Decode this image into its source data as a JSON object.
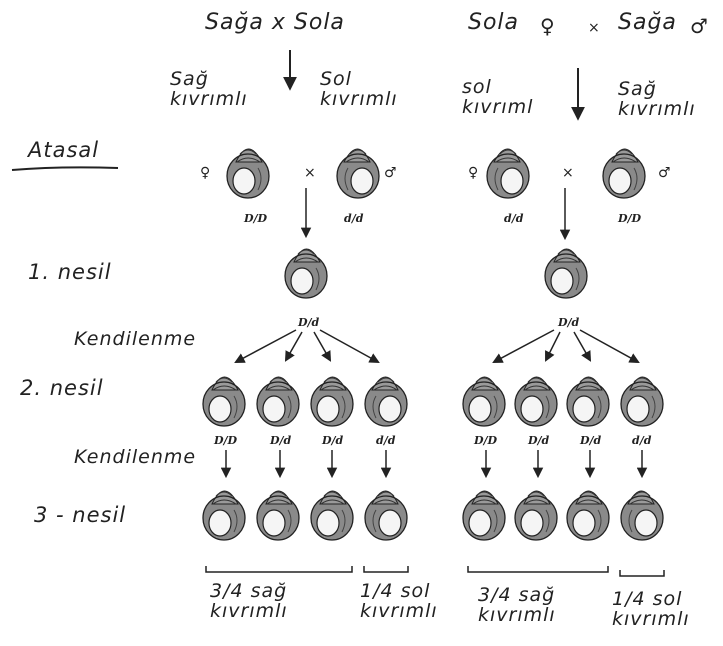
{
  "cross_left": {
    "title": "Sağa x Sola",
    "parent_left": "Sağ\nkıvrımlı",
    "parent_right": "Sol\nkıvrımlı",
    "female_symbol": "♀",
    "male_symbol": "♂",
    "cross_symbol": "×",
    "p_genotypes": [
      "D/D",
      "d/d"
    ],
    "f1_genotype": "D/d",
    "f2_genotypes": [
      "D/D",
      "D/d",
      "D/d",
      "d/d"
    ],
    "result_major": "3/4 sağ\nkıvrımlı",
    "result_minor": "1/4 sol\nkıvrımlı"
  },
  "cross_right": {
    "title_left": "Sola",
    "title_mid": "×",
    "title_right": "Sağa",
    "female_symbol": "♀",
    "male_symbol": "♂",
    "parent_left": "sol\nkıvrıml",
    "parent_right": "Sağ\nkıvrımlı",
    "cross_symbol": "×",
    "p_genotypes": [
      "d/d",
      "D/D"
    ],
    "f1_genotype": "D/d",
    "f2_genotypes": [
      "D/D",
      "D/d",
      "D/d",
      "d/d"
    ],
    "result_major": "3/4 sağ\nkıvrımlı",
    "result_minor": "1/4 sol\nkıvrımlı"
  },
  "rows": {
    "p": "Atasal",
    "f1": "1. nesil",
    "selfing_1": "Kendilenme",
    "f2": "2. nesil",
    "selfing_2": "Kendilenme",
    "f3": "3 - nesil"
  }
}
